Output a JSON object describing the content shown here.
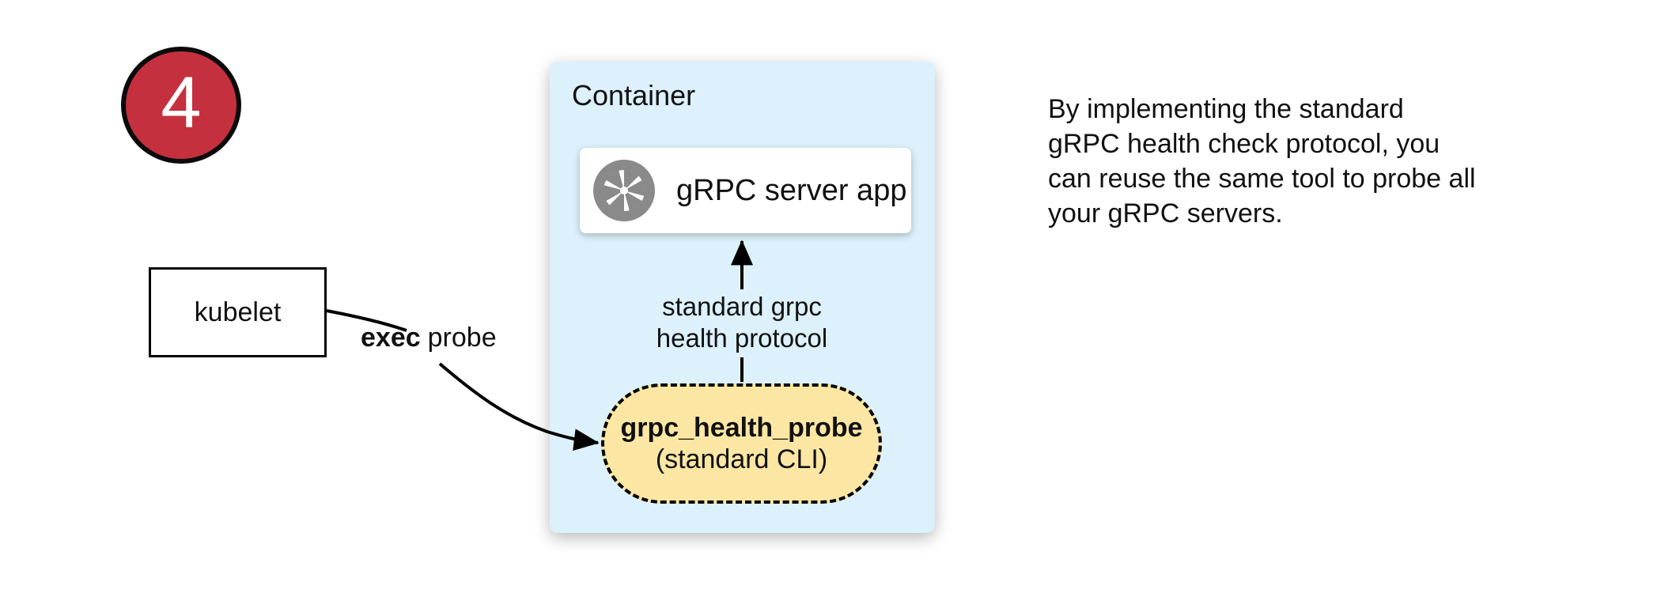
{
  "badge": {
    "number": "4"
  },
  "kubelet": {
    "label": "kubelet"
  },
  "exec_edge": {
    "label_bold": "exec",
    "label_rest": "probe"
  },
  "container": {
    "title": "Container",
    "server_box": {
      "label": "gRPC server app",
      "icon": "aperture-icon"
    },
    "probe_box": {
      "title": "grpc_health_probe",
      "subtitle": "(standard CLI)"
    },
    "protocol_edge": {
      "line1": "standard grpc",
      "line2": "health protocol"
    }
  },
  "note": {
    "lines": [
      "By implementing the standard",
      "gRPC health check protocol, you",
      "can reuse the same tool to probe all",
      "your gRPC servers."
    ]
  },
  "colors": {
    "badge_red": "#C5303E",
    "container_blue": "#DCF1FB",
    "probe_yellow": "#FBE7A3",
    "icon_gray": "#8A8A8A"
  }
}
